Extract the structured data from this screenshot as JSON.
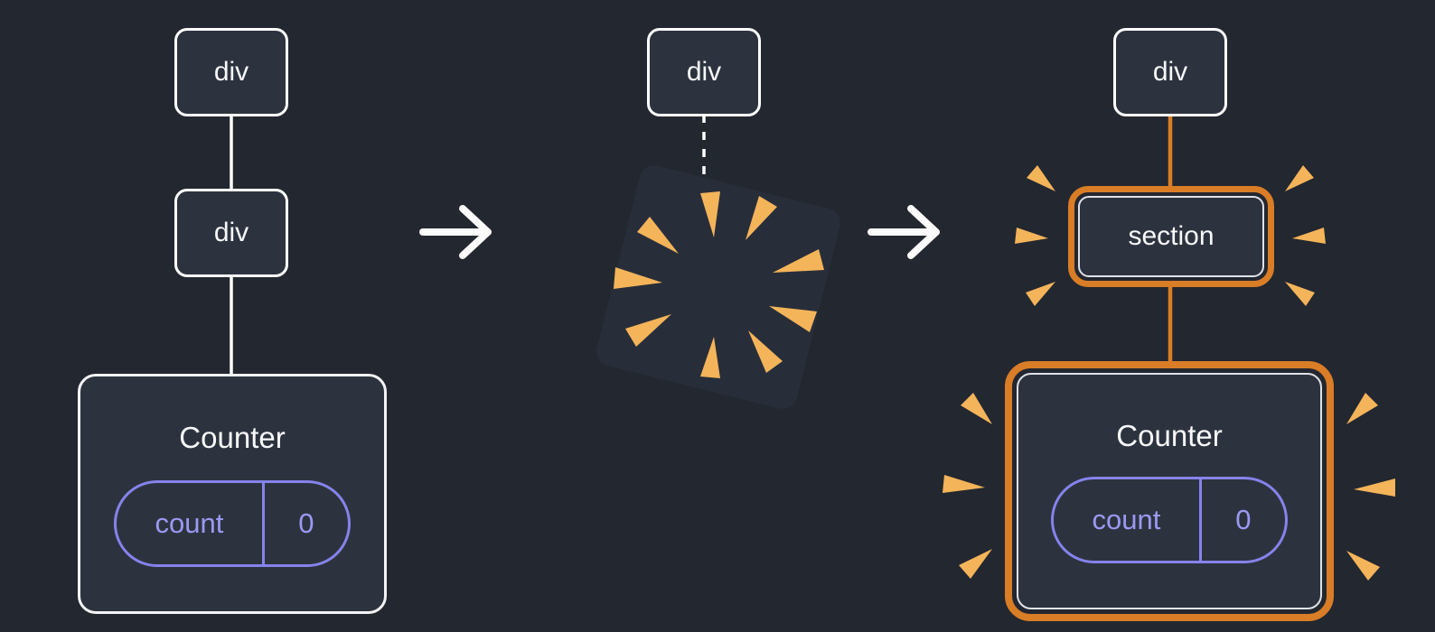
{
  "colors": {
    "background": "#23272f",
    "node_fill": "#2d333e",
    "node_border": "#ffffff",
    "highlight_orange": "#d97d27",
    "burst_orange": "#f4b45a",
    "state_purple": "#8583ec",
    "text": "#f7f8fa"
  },
  "icons": {
    "arrow_right": "→",
    "poof": "burst-explosion-square",
    "burst": "emphasis-burst-marks"
  },
  "before_tree": {
    "root_label": "div",
    "child_label": "div",
    "counter": {
      "title": "Counter",
      "state_key": "count",
      "state_value": "0"
    }
  },
  "poof_stage": {
    "root_label": "div"
  },
  "after_tree": {
    "root_label": "div",
    "child_label": "section",
    "counter": {
      "title": "Counter",
      "state_key": "count",
      "state_value": "0"
    }
  }
}
